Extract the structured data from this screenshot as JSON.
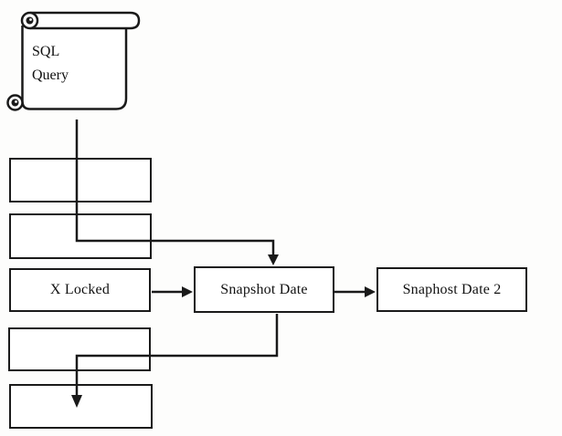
{
  "diagram": {
    "colors": {
      "line": "#1a1a1a",
      "background": "#ffffff",
      "text": "#111111"
    },
    "scroll": {
      "line1": "SQL",
      "line2": "Query"
    },
    "boxes": {
      "empty1": "",
      "empty2": "",
      "x_locked": "X Locked",
      "empty3": "",
      "empty4": "",
      "snapshot_date": "Snapshot Date",
      "snaphost_date_2": "Snaphost Date 2"
    },
    "edges": [
      {
        "from": "sql-query-scroll",
        "to": "snapshot-date-box",
        "shape": "elbow-down-right-down-arrow"
      },
      {
        "from": "x-locked-box",
        "to": "snapshot-date-box",
        "shape": "straight-right-arrow"
      },
      {
        "from": "snapshot-date-box",
        "to": "snaphost-date-2-box",
        "shape": "straight-right-arrow"
      },
      {
        "from": "snapshot-date-box",
        "to": "bottom-empty-box",
        "shape": "elbow-down-left-down-arrow"
      }
    ]
  }
}
